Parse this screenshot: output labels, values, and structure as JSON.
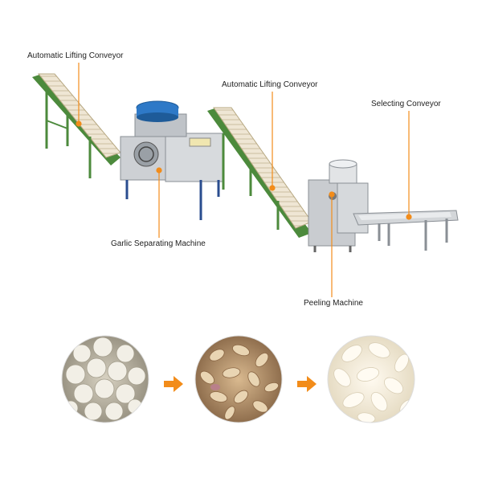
{
  "labels": {
    "conveyor_1": "Automatic Lifting Conveyor",
    "conveyor_2": "Automatic Lifting Conveyor",
    "selecting": "Selecting Conveyor",
    "separator": "Garlic Separating Machine",
    "peeler": "Peeling Machine"
  },
  "stages": [
    "garlic-bulbs",
    "separated-cloves",
    "peeled-cloves"
  ],
  "colors": {
    "leader": "#f28c1a",
    "arrow": "#f28c1a",
    "steel": "#c9ccd0",
    "belt": "#efe6d4",
    "frame": "#4c8a3c",
    "hopper": "#2e79c7"
  }
}
